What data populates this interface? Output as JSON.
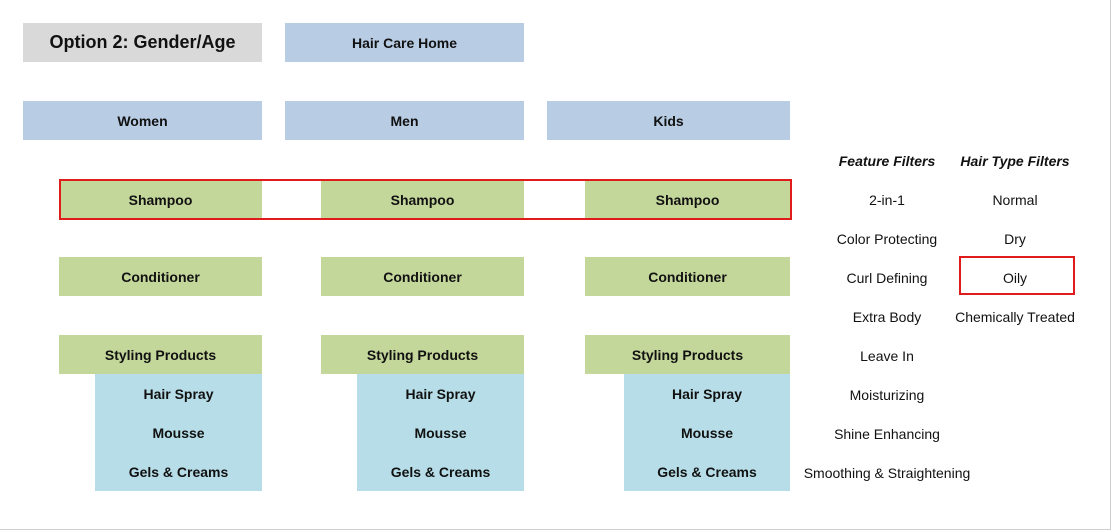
{
  "title": "Option 2: Gender/Age",
  "home": "Hair Care Home",
  "columns": [
    {
      "label": "Women",
      "shampoo": "Shampoo",
      "conditioner": "Conditioner",
      "styling": "Styling Products",
      "subs": [
        "Hair Spray",
        "Mousse",
        "Gels & Creams"
      ]
    },
    {
      "label": "Men",
      "shampoo": "Shampoo",
      "conditioner": "Conditioner",
      "styling": "Styling Products",
      "subs": [
        "Hair Spray",
        "Mousse",
        "Gels & Creams"
      ]
    },
    {
      "label": "Kids",
      "shampoo": "Shampoo",
      "conditioner": "Conditioner",
      "styling": "Styling Products",
      "subs": [
        "Hair Spray",
        "Mousse",
        "Gels & Creams"
      ]
    }
  ],
  "feature_filters": {
    "heading": "Feature Filters",
    "items": [
      "2-in-1",
      "Color Protecting",
      "Curl Defining",
      "Extra Body",
      "Leave In",
      "Moisturizing",
      "Shine Enhancing",
      "Smoothing & Straightening"
    ]
  },
  "hair_type_filters": {
    "heading": "Hair Type Filters",
    "items": [
      "Normal",
      "Dry",
      "Oily",
      "Chemically Treated"
    ]
  },
  "colors": {
    "title_bg": "#d9d9d9",
    "nav_bg": "#b8cce4",
    "category_bg": "#c4d79b",
    "subcategory_bg": "#b7dee8",
    "highlight": "#e01b1b"
  }
}
